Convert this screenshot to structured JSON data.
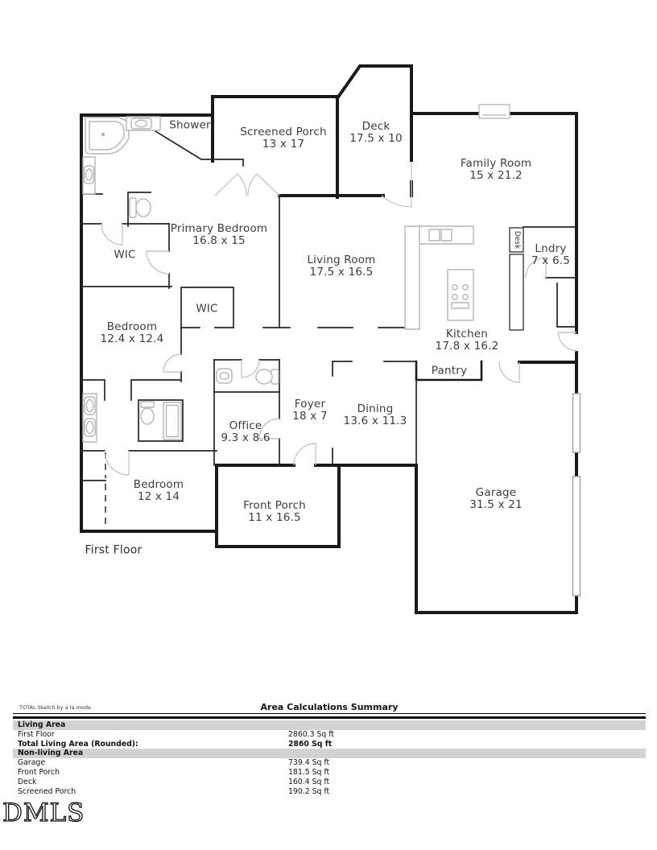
{
  "plan": {
    "rooms": [
      {
        "name": "Shower"
      },
      {
        "name": "Screened Porch",
        "dims": "13 x 17"
      },
      {
        "name": "Deck",
        "dims": "17.5 x 10"
      },
      {
        "name": "Family Room",
        "dims": "15 x 21.2"
      },
      {
        "name": "Primary Bedroom",
        "dims": "16.8 x 15"
      },
      {
        "name": "WIC"
      },
      {
        "name": "Lndry",
        "dims": "7 x 6.5"
      },
      {
        "name": "Living Room",
        "dims": "17.5 x 16.5"
      },
      {
        "name": "WIC"
      },
      {
        "name": "Bedroom",
        "dims": "12.4 x 12.4"
      },
      {
        "name": "Kitchen",
        "dims": "17.8 x 16.2"
      },
      {
        "name": "Pantry"
      },
      {
        "name": "Foyer",
        "dims": "18 x 7"
      },
      {
        "name": "Dining",
        "dims": "13.6 x 11.3"
      },
      {
        "name": "Office",
        "dims": "9.3 x 8.6"
      },
      {
        "name": "Bedroom",
        "dims": "12 x 14"
      },
      {
        "name": "Front Porch",
        "dims": "11 x 16.5"
      },
      {
        "name": "Garage",
        "dims": "31.5 x 21"
      }
    ],
    "desk_label": "Desk",
    "floor_label": "First Floor"
  },
  "summary": {
    "credit": "TOTAL Sketch by a la mode",
    "title": "Area Calculations Summary",
    "rows": [
      {
        "label": "Living Area",
        "value": ""
      },
      {
        "label": "First Floor",
        "value": "2860.3 Sq ft"
      },
      {
        "label": "Total Living Area (Rounded):",
        "value": "2860 Sq ft"
      },
      {
        "label": "Non-living Area",
        "value": ""
      },
      {
        "label": "Garage",
        "value": "739.4 Sq ft"
      },
      {
        "label": "Front Porch",
        "value": "181.5 Sq ft"
      },
      {
        "label": "Deck",
        "value": "160.4 Sq ft"
      },
      {
        "label": "Screened Porch",
        "value": "190.2 Sq ft"
      }
    ]
  },
  "logo": "DMLS",
  "colors": {
    "wall": "#1a1a1a",
    "fixture": "#b5b5b5",
    "door_arc": "#c6c6c6",
    "band": "#d2d2d2"
  }
}
